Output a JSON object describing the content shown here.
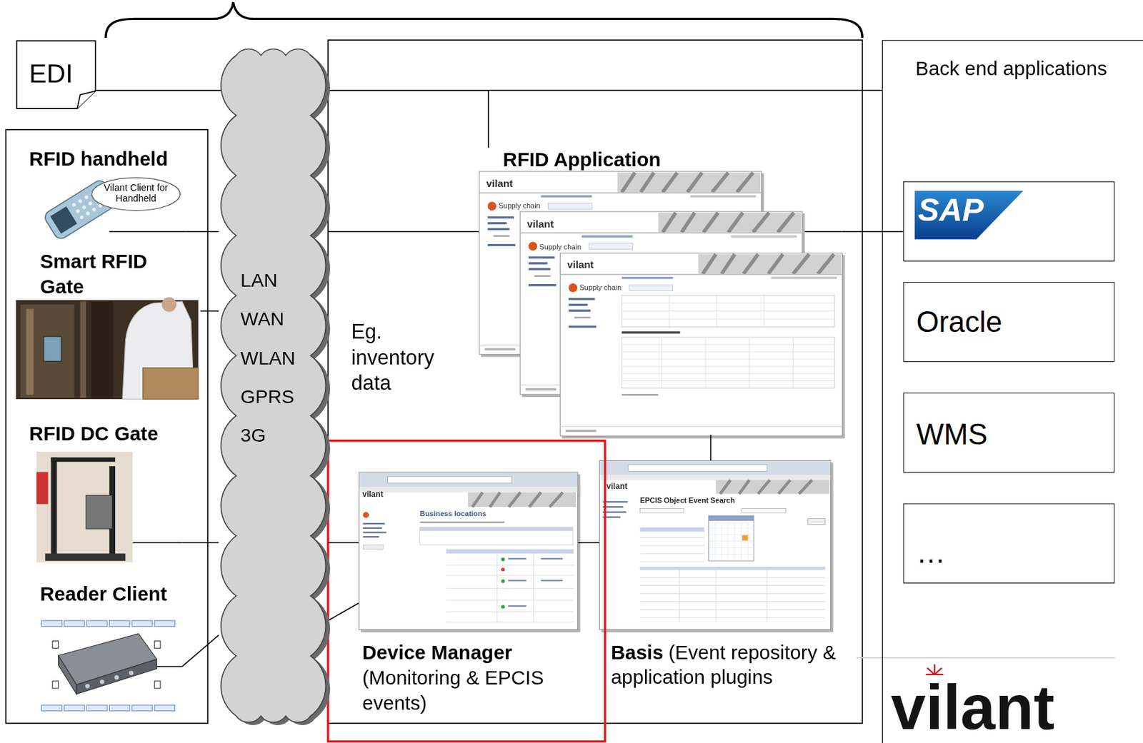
{
  "diagram": {
    "nodes": [
      {
        "text": [
          "EDI"
        ]
      },
      {
        "text": [
          "RFID handheld"
        ]
      },
      {
        "text": [
          "Vilant Client for Handheld"
        ],
        "in": 1
      },
      {
        "text": [
          "Smart RFID Gate"
        ]
      },
      {
        "text": [
          "RFID DC Gate"
        ]
      },
      {
        "text": [
          "Reader Client"
        ]
      },
      {
        "text": [
          "LAN",
          "WAN",
          "WLAN",
          "GPRS",
          "3G"
        ]
      },
      {
        "text": [
          "RFID Application"
        ]
      },
      {
        "text": [
          "Device Manager",
          "(Monitoring & EPCIS events)"
        ]
      },
      {
        "text": [
          "Basis",
          "(Event repository & application plugins"
        ]
      },
      {
        "text": [
          "Back end applications"
        ]
      },
      {
        "text": [
          "SAP"
        ],
        "in": 10
      },
      {
        "text": [
          "Oracle"
        ],
        "in": 10
      },
      {
        "text": [
          "WMS"
        ],
        "in": 10
      },
      {
        "text": [
          "…"
        ],
        "in": 10
      }
    ],
    "edges": [
      {
        "from": 0,
        "to": 10,
        "arrow": "none"
      },
      {
        "from": 0,
        "to": 7,
        "arrow": "none"
      },
      {
        "from": 1,
        "to": 6,
        "arrow": "none"
      },
      {
        "from": 6,
        "to": 7,
        "arrow": "none"
      },
      {
        "from": 7,
        "to": 11,
        "arrow": "none"
      },
      {
        "from": 3,
        "to": 6,
        "arrow": "none"
      },
      {
        "from": 4,
        "to": 6,
        "arrow": "none"
      },
      {
        "from": 5,
        "to": 6,
        "arrow": "none"
      },
      {
        "from": 6,
        "to": 8,
        "arrow": "none"
      },
      {
        "from": 6,
        "to": 8,
        "arrow": "none"
      },
      {
        "from": 8,
        "to": 9,
        "arrow": "none"
      },
      {
        "from": 9,
        "to": 7,
        "arrow": "none"
      }
    ],
    "labels": [
      "Eg. inventory data",
      "vilant",
      "vilant",
      "vilant",
      "vilant",
      "Supply chain",
      "Supply chain",
      "Supply chain",
      "vilant",
      "Business locations",
      "vilant",
      "EPCIS Object Event Search"
    ]
  }
}
